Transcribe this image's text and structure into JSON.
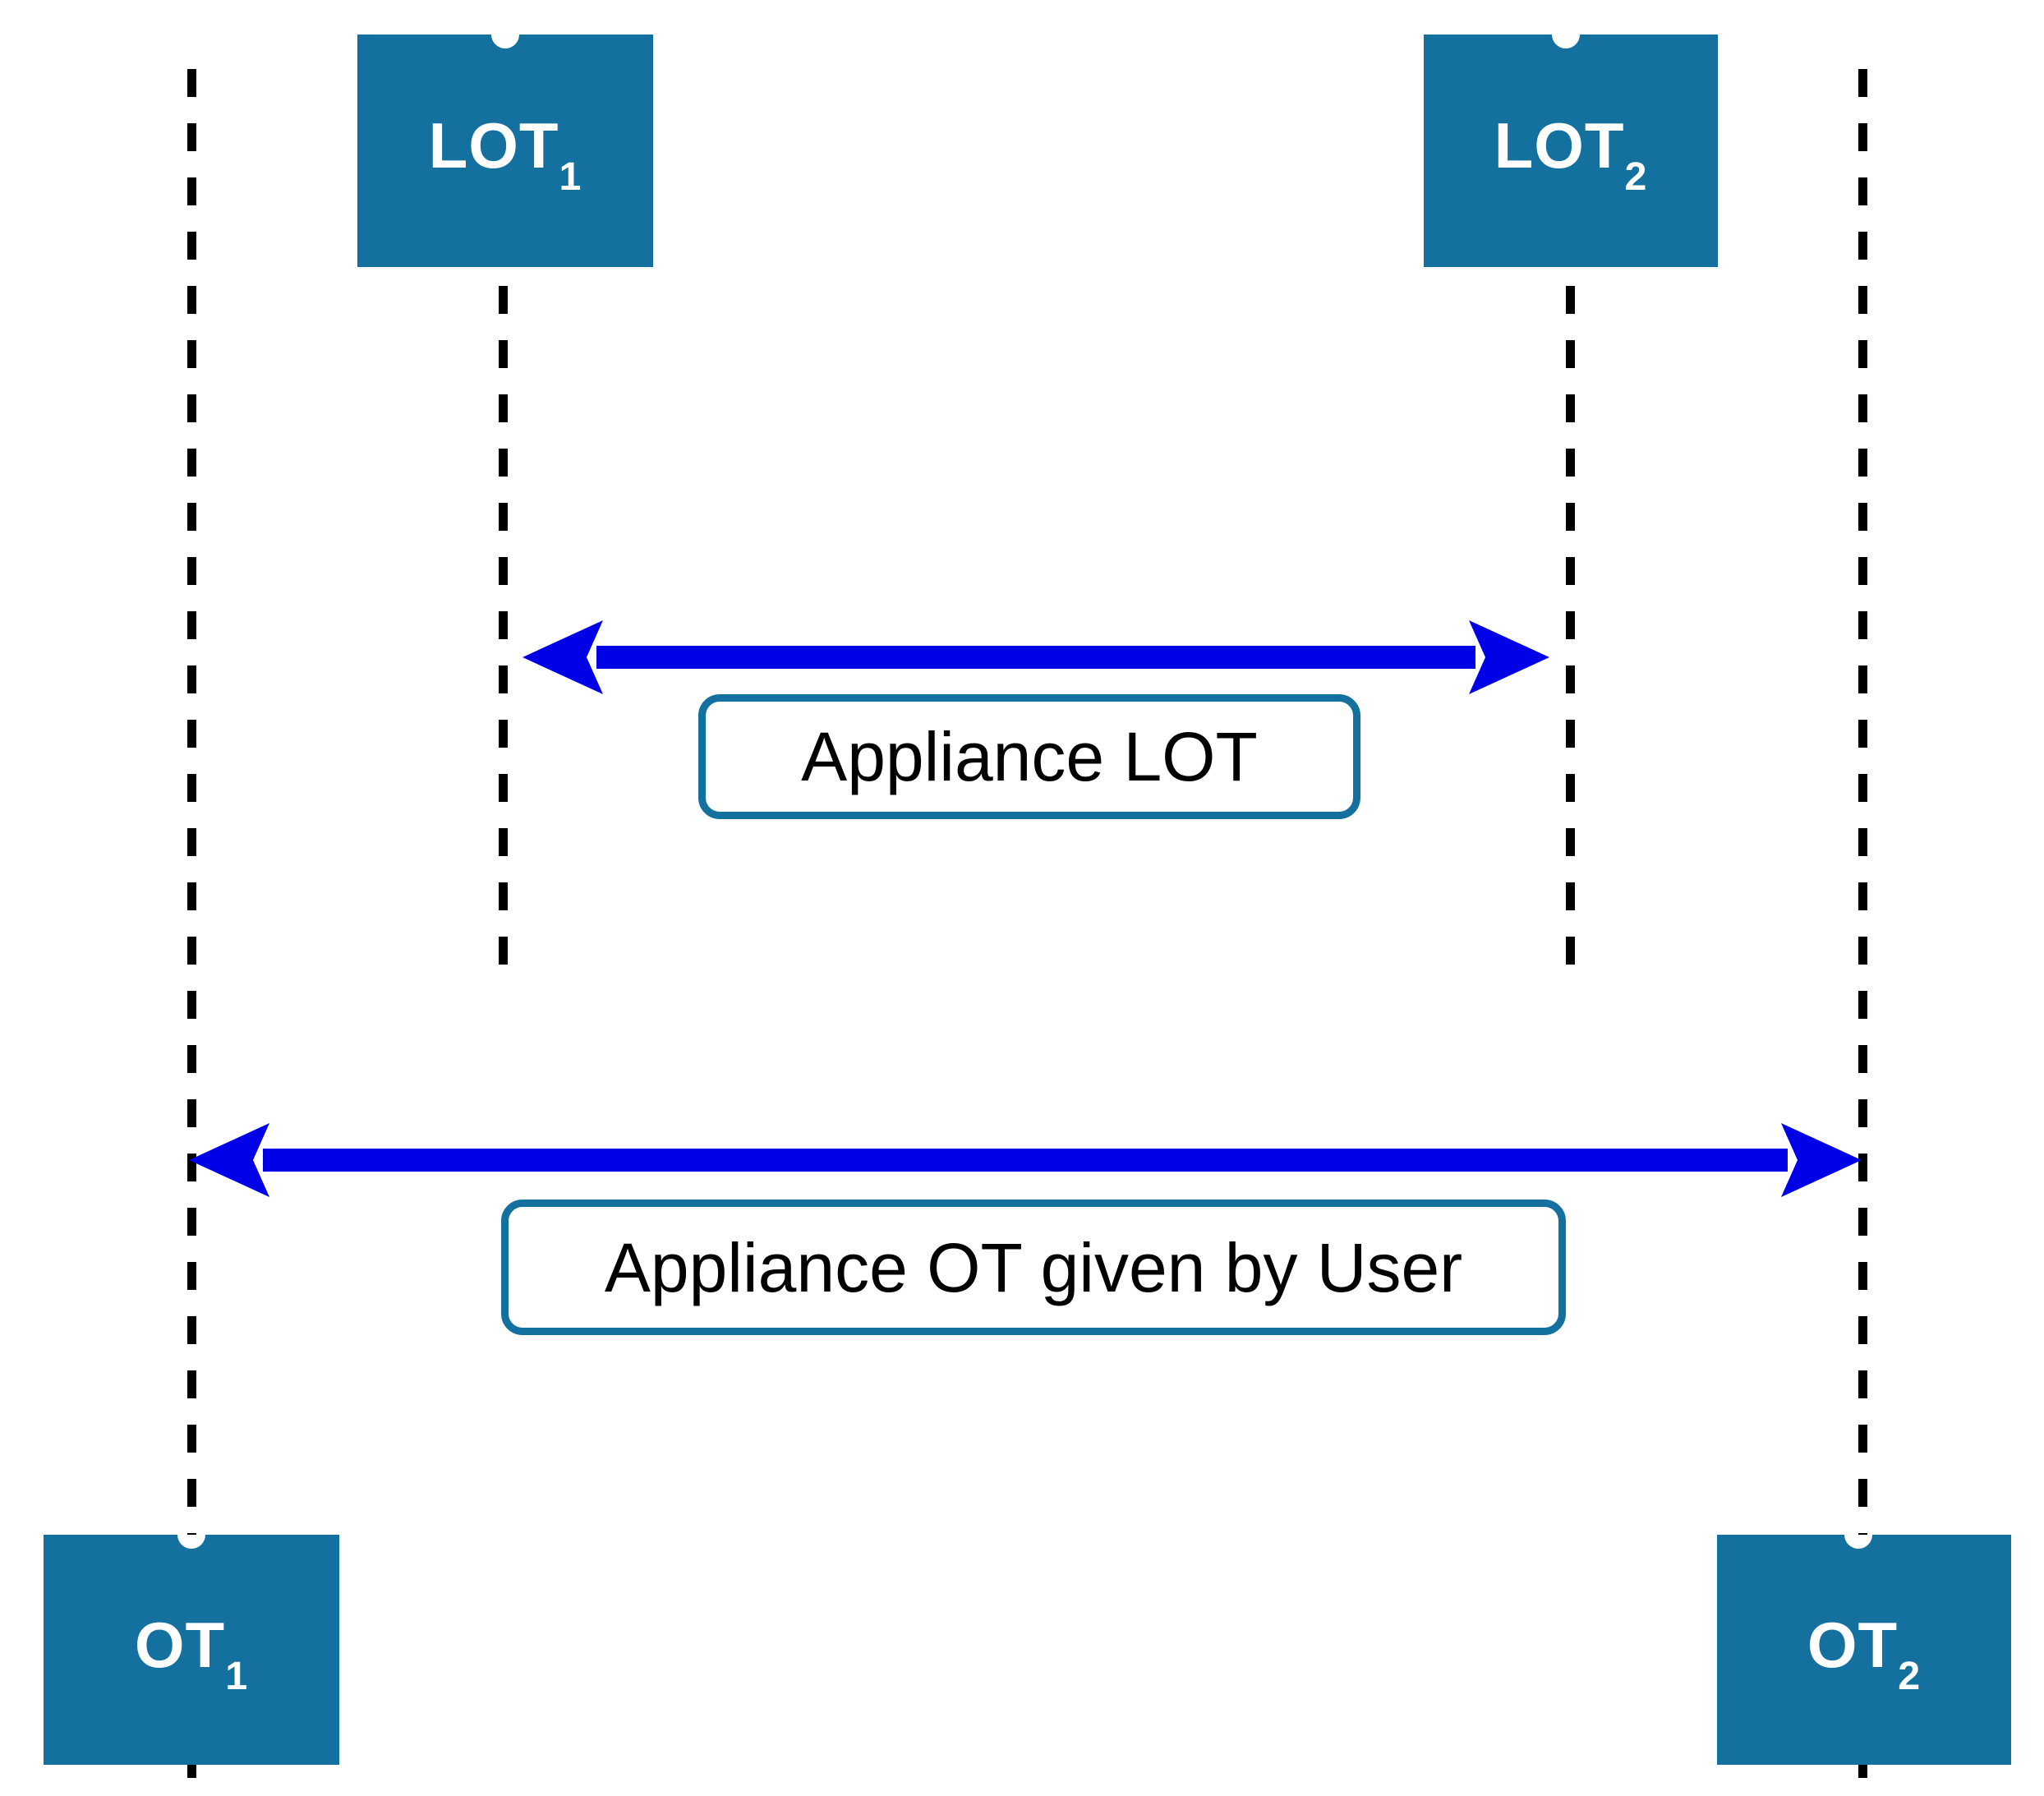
{
  "diagram": {
    "type": "sequence-diagram",
    "background_color": "#ffffff",
    "node_fill_color": "#14719f",
    "node_text_color": "#ffffff",
    "arrow_color": "#0000e6",
    "lifeline_color": "#000000",
    "label_border_color": "#14719f",
    "label_text_color": "#000000"
  },
  "nodes": [
    {
      "id": "lot1",
      "base": "LOT",
      "subscript": "1",
      "full_label": "LOT1",
      "lifeline": "top"
    },
    {
      "id": "lot2",
      "base": "LOT",
      "subscript": "2",
      "full_label": "LOT2",
      "lifeline": "top"
    },
    {
      "id": "ot1",
      "base": "OT",
      "subscript": "1",
      "full_label": "OT1",
      "lifeline": "bottom"
    },
    {
      "id": "ot2",
      "base": "OT",
      "subscript": "2",
      "full_label": "OT2",
      "lifeline": "bottom"
    }
  ],
  "messages": [
    {
      "id": "appliance-lot",
      "label": "Appliance LOT",
      "from": "LOT1",
      "to": "LOT2",
      "direction": "bidirectional"
    },
    {
      "id": "appliance-ot",
      "label": "Appliance OT given by User",
      "from": "OT1",
      "to": "OT2",
      "direction": "bidirectional"
    }
  ]
}
